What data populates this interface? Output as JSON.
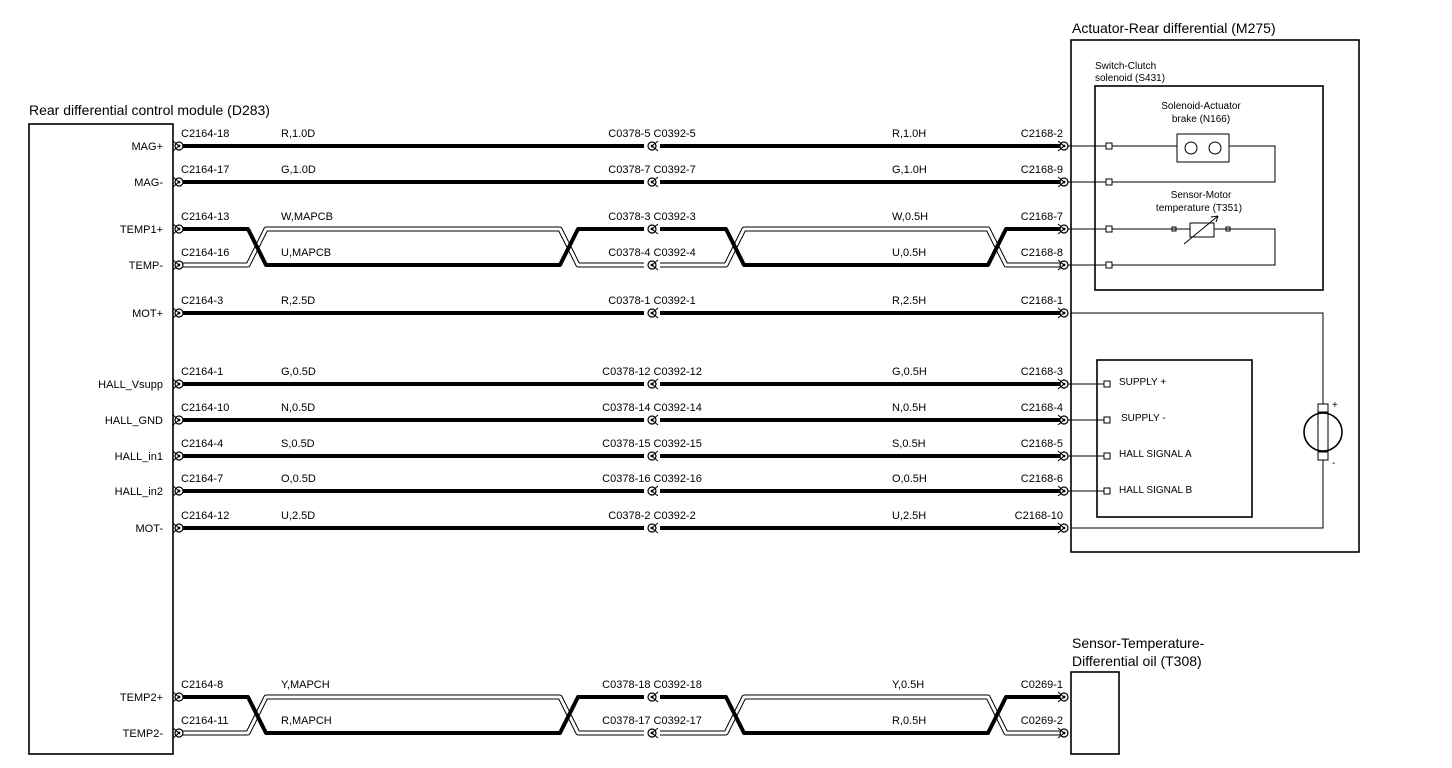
{
  "module": {
    "title": "Rear differential control module (D283)"
  },
  "actuator": {
    "title": "Actuator-Rear differential (M275)",
    "switch_title_1": "Switch-Clutch",
    "switch_title_2": "solenoid (S431)",
    "brake_title_1": "Solenoid-Actuator",
    "brake_title_2": "brake (N166)",
    "sensor_title_1": "Sensor-Motor",
    "sensor_title_2": "temperature (T351)",
    "hall_pins": [
      "SUPPLY +",
      "SUPPLY -",
      "HALL SIGNAL A",
      "HALL SIGNAL B"
    ],
    "motor_plus": "+",
    "motor_minus": "-"
  },
  "oil_sensor": {
    "title_1": "Sensor-Temperature-",
    "title_2": "Differential oil (T308)"
  },
  "circuits": [
    {
      "pin": "MAG+",
      "c1": "C2164-18",
      "w1": "R,1.0D",
      "inline": "C0378-5 C0392-5",
      "w2": "R,1.0H",
      "c2": "C2168-2"
    },
    {
      "pin": "MAG-",
      "c1": "C2164-17",
      "w1": "G,1.0D",
      "inline": "C0378-7 C0392-7",
      "w2": "G,1.0H",
      "c2": "C2168-9"
    },
    {
      "pin": "TEMP1+",
      "c1": "C2164-13",
      "w1": "W,MAPCB",
      "inline": "C0378-3 C0392-3",
      "w2": "W,0.5H",
      "c2": "C2168-7"
    },
    {
      "pin": "TEMP-",
      "c1": "C2164-16",
      "w1": "U,MAPCB",
      "inline": "C0378-4 C0392-4",
      "w2": "U,0.5H",
      "c2": "C2168-8"
    },
    {
      "pin": "MOT+",
      "c1": "C2164-3",
      "w1": "R,2.5D",
      "inline": "C0378-1 C0392-1",
      "w2": "R,2.5H",
      "c2": "C2168-1"
    },
    {
      "pin": "HALL_Vsupp",
      "c1": "C2164-1",
      "w1": "G,0.5D",
      "inline": "C0378-12 C0392-12",
      "w2": "G,0.5H",
      "c2": "C2168-3"
    },
    {
      "pin": "HALL_GND",
      "c1": "C2164-10",
      "w1": "N,0.5D",
      "inline": "C0378-14 C0392-14",
      "w2": "N,0.5H",
      "c2": "C2168-4"
    },
    {
      "pin": "HALL_in1",
      "c1": "C2164-4",
      "w1": "S,0.5D",
      "inline": "C0378-15 C0392-15",
      "w2": "S,0.5H",
      "c2": "C2168-5"
    },
    {
      "pin": "HALL_in2",
      "c1": "C2164-7",
      "w1": "O,0.5D",
      "inline": "C0378-16 C0392-16",
      "w2": "O,0.5H",
      "c2": "C2168-6"
    },
    {
      "pin": "MOT-",
      "c1": "C2164-12",
      "w1": "U,2.5D",
      "inline": "C0378-2 C0392-2",
      "w2": "U,2.5H",
      "c2": "C2168-10"
    },
    {
      "pin": "TEMP2+",
      "c1": "C2164-8",
      "w1": "Y,MAPCH",
      "inline": "C0378-18 C0392-18",
      "w2": "Y,0.5H",
      "c2": "C0269-1"
    },
    {
      "pin": "TEMP2-",
      "c1": "C2164-11",
      "w1": "R,MAPCH",
      "inline": "C0378-17 C0392-17",
      "w2": "R,0.5H",
      "c2": "C0269-2"
    }
  ]
}
